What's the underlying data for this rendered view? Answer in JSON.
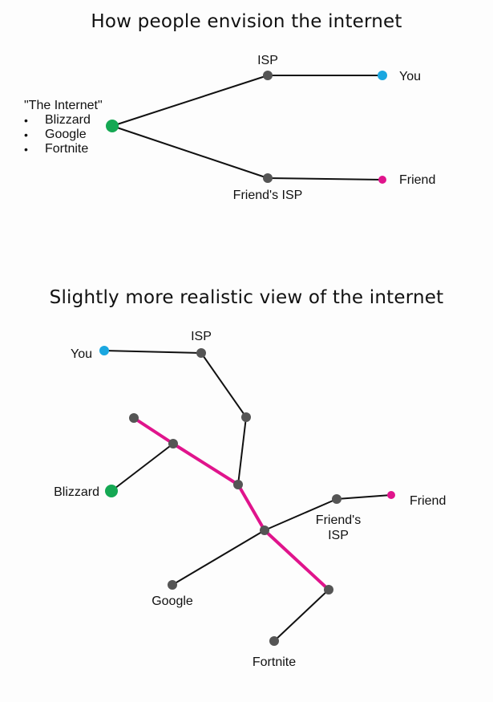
{
  "titles": {
    "simple": "How people envision the internet",
    "realistic": "Slightly more realistic view of the internet"
  },
  "colors": {
    "node": "#555555",
    "edge": "#111111",
    "you": "#1aa7e0",
    "friend": "#e0148c",
    "internet": "#15a853",
    "highlight": "#e0148c"
  },
  "simple_diagram": {
    "internet_label": "\"The Internet\"",
    "internet_items": [
      "Blizzard",
      "Google",
      "Fortnite"
    ],
    "labels": {
      "isp": "ISP",
      "you": "You",
      "friends_isp": "Friend's ISP",
      "friend": "Friend"
    }
  },
  "realistic_diagram": {
    "labels": {
      "you": "You",
      "isp": "ISP",
      "blizzard": "Blizzard",
      "friend": "Friend",
      "friends_isp_line1": "Friend's",
      "friends_isp_line2": "ISP",
      "google": "Google",
      "fortnite": "Fortnite"
    }
  }
}
